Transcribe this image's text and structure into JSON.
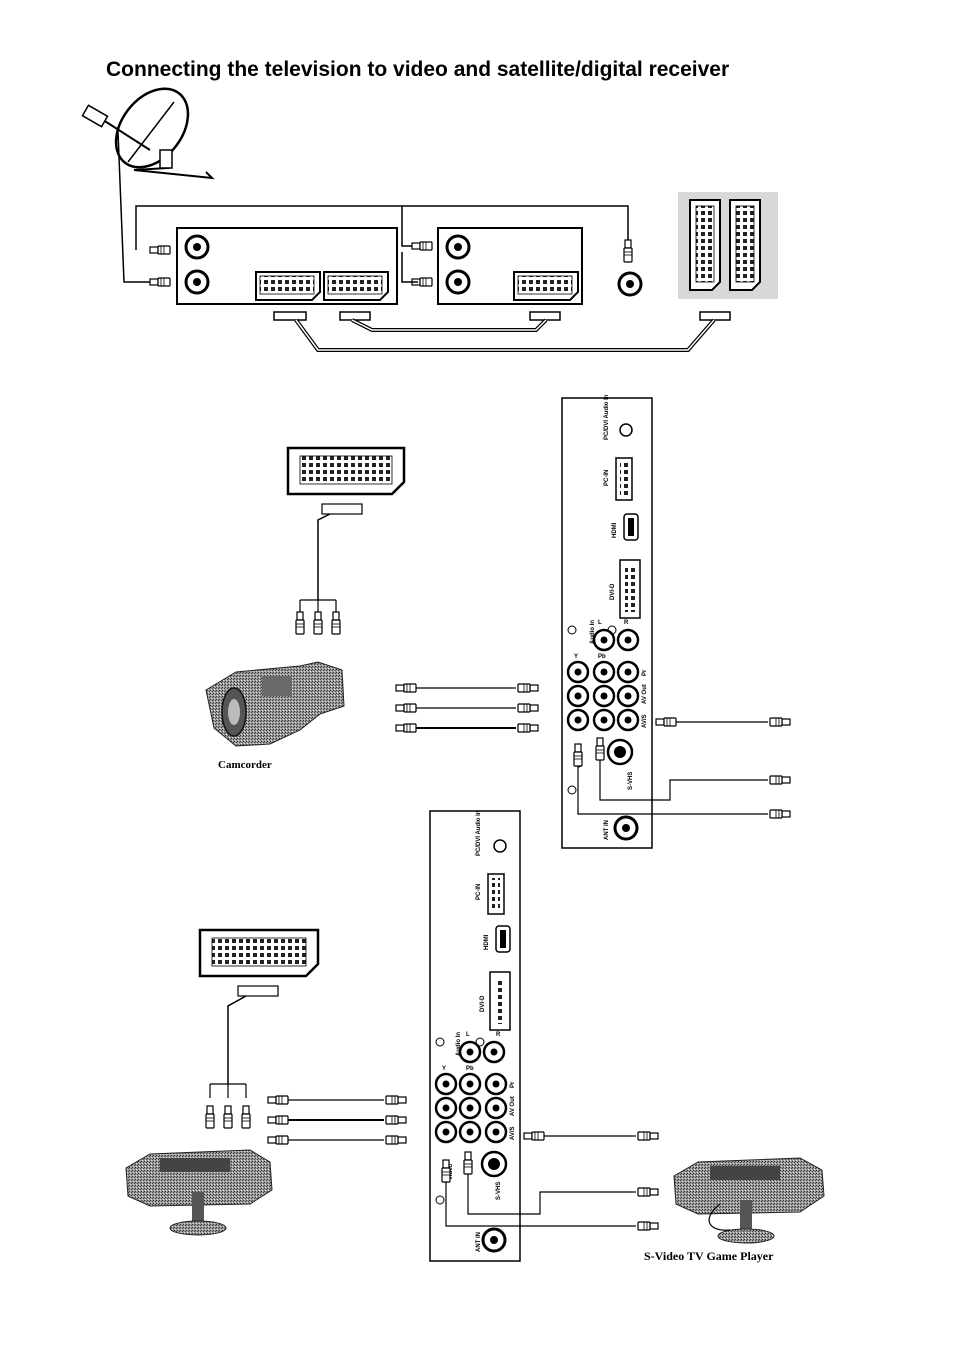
{
  "title": "Connecting the television to video and satellite/digital receiver",
  "devices": {
    "camcorder": "Camcorder",
    "game_player_svideo": "S-Video TV Game Player"
  },
  "panel": {
    "pc_audio_in": "PC/DVI Audio In",
    "pc_in": "PC-IN",
    "hdmi": "HDMI",
    "dvi_d": "DVI-D",
    "audio_in": "Audio In",
    "l": "L",
    "r": "R",
    "y": "Y",
    "pb": "Pb",
    "pr": "Pr",
    "av_out": "AV Out",
    "av_s": "AV/S",
    "video": "Video",
    "s_vhs": "S-VHS",
    "ant_in": "ANT IN"
  }
}
